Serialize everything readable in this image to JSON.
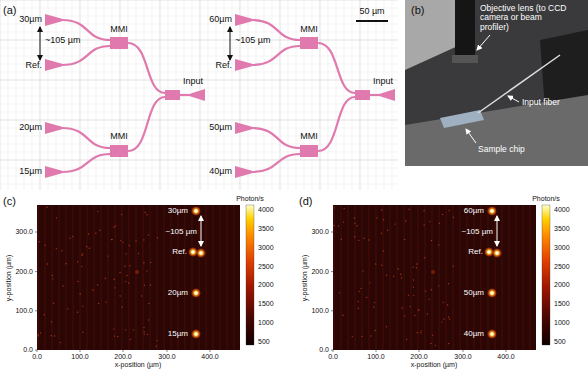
{
  "diagram": {
    "labels": [
      "(a)",
      "30µm",
      "~105 µm",
      "Ref.",
      "MMI",
      "Input",
      "20µm",
      "MMI",
      "15µm",
      "60µm",
      "~105 µm",
      "Ref.",
      "MMI",
      "Input",
      "50µm",
      "MMI",
      "40µm",
      "50 µm",
      "(b)",
      "Objective lens (to CCD camera or beam profiler)",
      "Input fiber",
      "Sample chip",
      "(c)",
      "Photon/s",
      "4000",
      "3500",
      "3000",
      "2500",
      "2000",
      "1500",
      "1000",
      "500",
      "y-position (µm)",
      "300.0",
      "200.0",
      "100.0",
      "0.0",
      "0.0",
      "100.0",
      "200.0",
      "300.0",
      "400.0",
      "x-position (µm)",
      "30µm",
      "~105 µm",
      "Ref.",
      "20µm",
      "15µm",
      "(d)",
      "Photon/s",
      "4000",
      "3500",
      "3000",
      "2500",
      "2000",
      "1500",
      "1000",
      "500",
      "y-position (µm)",
      "300.0",
      "200.0",
      "100.0",
      "0.0",
      "0.0",
      "100.0",
      "200.0",
      "300.0",
      "400.0",
      "x-position (µm)",
      "60µm",
      "~105 µm",
      "Ref.",
      "50µm",
      "40µm"
    ]
  }
}
